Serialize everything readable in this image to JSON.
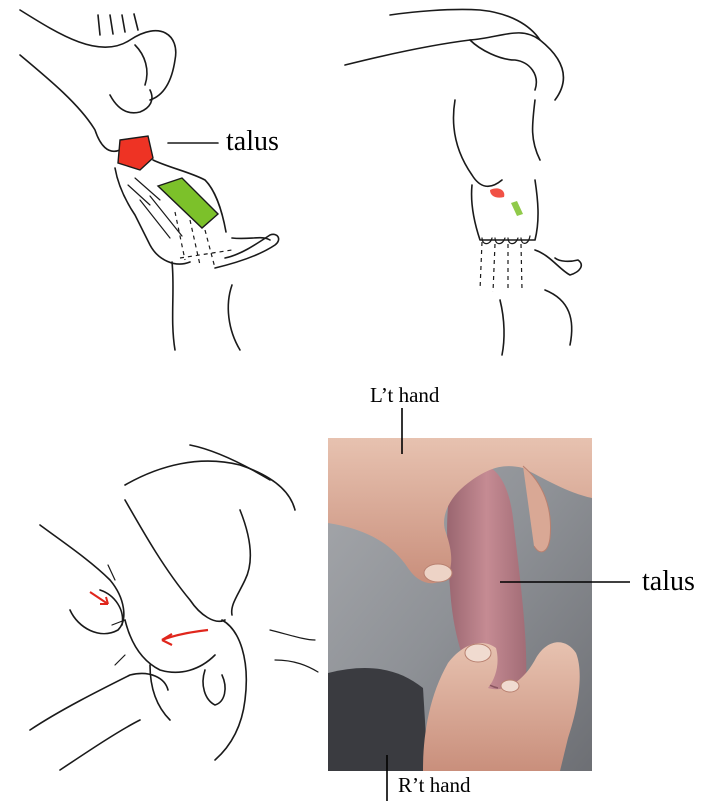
{
  "labels": {
    "talus_top": "talus",
    "left_hand": "L’t hand",
    "talus_photo": "talus",
    "right_hand": "R’t hand"
  },
  "colors": {
    "talus_bone": "#ee3324",
    "metatarsal_bone": "#7cc12a",
    "arrow_red": "#e0261c",
    "photo_bg": "#8e9196",
    "skin": "#d7a496",
    "foot_skin": "#b77d86"
  }
}
